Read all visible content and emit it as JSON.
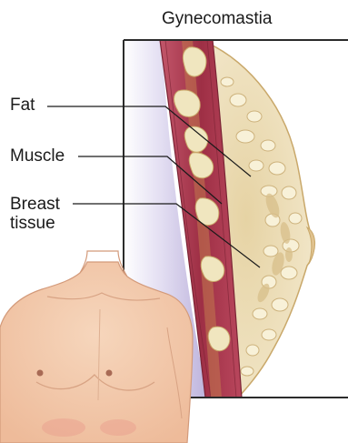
{
  "diagram": {
    "title": "Gynecomastia",
    "labels": {
      "fat": "Fat",
      "muscle": "Muscle",
      "breast_tissue": [
        "Breast",
        "tissue"
      ]
    },
    "colors": {
      "frame": "#2b2b2b",
      "chest_cavity": "#cfc7e6",
      "muscle": "#a13348",
      "fat_lobule": "#f0e6bf",
      "breast_tissue": "#eadcb4",
      "skin": "#f3cdb0",
      "leader_line": "#1a1a1a"
    }
  }
}
